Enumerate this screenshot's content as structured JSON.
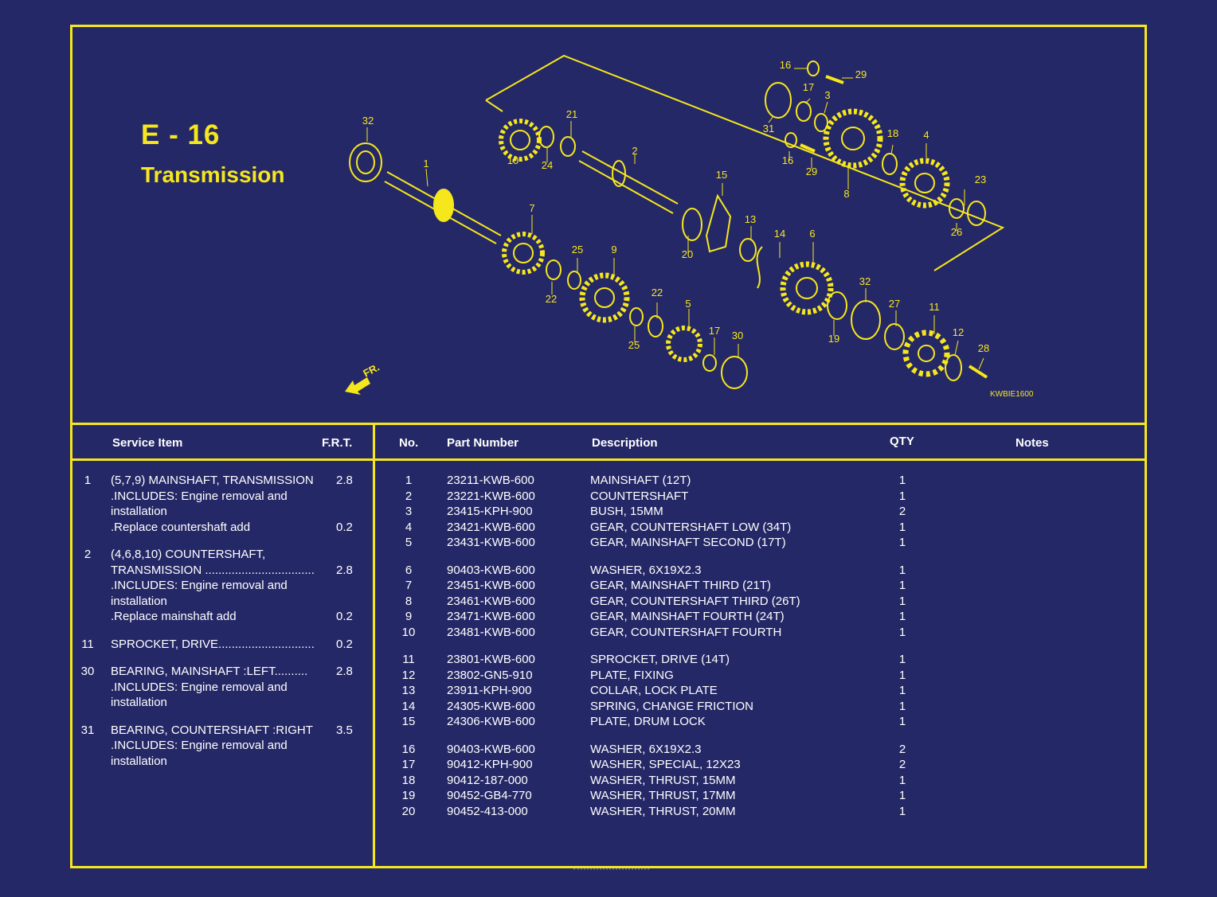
{
  "section": {
    "code": "E - 16",
    "title": "Transmission"
  },
  "diagram": {
    "code": "KWBIE1600",
    "direction": "FR.",
    "callouts": [
      "32",
      "1",
      "10",
      "24",
      "21",
      "2",
      "7",
      "25",
      "9",
      "22",
      "22",
      "5",
      "25",
      "17",
      "30",
      "15",
      "20",
      "13",
      "14",
      "6",
      "32",
      "19",
      "27",
      "11",
      "12",
      "28",
      "16",
      "29",
      "17",
      "3",
      "31",
      "16",
      "29",
      "18",
      "8",
      "4",
      "23",
      "26"
    ]
  },
  "headers": {
    "service_item": "Service Item",
    "frt": "F.R.T.",
    "no": "No.",
    "part_number": "Part Number",
    "description": "Description",
    "qty": "QTY",
    "notes": "Notes"
  },
  "service_items": [
    {
      "num": "1",
      "lines": [
        {
          "text": "(5,7,9)  MAINSHAFT, TRANSMISSION",
          "frt": "2.8"
        },
        {
          "text": ".INCLUDES: Engine removal and",
          "frt": ""
        },
        {
          "text": "installation",
          "frt": ""
        },
        {
          "text": ".Replace countershaft add",
          "frt": "0.2"
        }
      ]
    },
    {
      "num": "2",
      "lines": [
        {
          "text": "(4,6,8,10)  COUNTERSHAFT,",
          "frt": ""
        },
        {
          "text": "TRANSMISSION .................................",
          "frt": "2.8"
        },
        {
          "text": ".INCLUDES: Engine removal and",
          "frt": ""
        },
        {
          "text": "installation",
          "frt": ""
        },
        {
          "text": ".Replace mainshaft add",
          "frt": "0.2"
        }
      ]
    },
    {
      "num": "11",
      "lines": [
        {
          "text": "SPROCKET, DRIVE.............................",
          "frt": "0.2"
        }
      ]
    },
    {
      "num": "30",
      "lines": [
        {
          "text": "BEARING, MAINSHAFT :LEFT..........",
          "frt": "2.8"
        },
        {
          "text": ".INCLUDES: Engine removal and",
          "frt": ""
        },
        {
          "text": "installation",
          "frt": ""
        }
      ]
    },
    {
      "num": "31",
      "lines": [
        {
          "text": "BEARING, COUNTERSHAFT :RIGHT",
          "frt": "3.5"
        },
        {
          "text": ".INCLUDES: Engine removal and",
          "frt": ""
        },
        {
          "text": "installation",
          "frt": ""
        }
      ]
    }
  ],
  "parts_groups": [
    [
      {
        "no": "1",
        "part_number": "23211-KWB-600",
        "description": "MAINSHAFT (12T)",
        "qty": "1"
      },
      {
        "no": "2",
        "part_number": "23221-KWB-600",
        "description": "COUNTERSHAFT",
        "qty": "1"
      },
      {
        "no": "3",
        "part_number": "23415-KPH-900",
        "description": "BUSH, 15MM",
        "qty": "2"
      },
      {
        "no": "4",
        "part_number": "23421-KWB-600",
        "description": "GEAR, COUNTERSHAFT LOW (34T)",
        "qty": "1"
      },
      {
        "no": "5",
        "part_number": "23431-KWB-600",
        "description": "GEAR, MAINSHAFT SECOND (17T)",
        "qty": "1"
      }
    ],
    [
      {
        "no": "6",
        "part_number": "90403-KWB-600",
        "description": "WASHER, 6X19X2.3",
        "qty": "1"
      },
      {
        "no": "7",
        "part_number": "23451-KWB-600",
        "description": "GEAR, MAINSHAFT THIRD (21T)",
        "qty": "1"
      },
      {
        "no": "8",
        "part_number": "23461-KWB-600",
        "description": "GEAR, COUNTERSHAFT THIRD (26T)",
        "qty": "1"
      },
      {
        "no": "9",
        "part_number": "23471-KWB-600",
        "description": "GEAR, MAINSHAFT FOURTH (24T)",
        "qty": "1"
      },
      {
        "no": "10",
        "part_number": "23481-KWB-600",
        "description": "GEAR, COUNTERSHAFT FOURTH",
        "qty": "1"
      }
    ],
    [
      {
        "no": "11",
        "part_number": "23801-KWB-600",
        "description": "SPROCKET, DRIVE (14T)",
        "qty": "1"
      },
      {
        "no": "12",
        "part_number": "23802-GN5-910",
        "description": "PLATE, FIXING",
        "qty": "1"
      },
      {
        "no": "13",
        "part_number": "23911-KPH-900",
        "description": "COLLAR, LOCK PLATE",
        "qty": "1"
      },
      {
        "no": "14",
        "part_number": "24305-KWB-600",
        "description": "SPRING, CHANGE FRICTION",
        "qty": "1"
      },
      {
        "no": "15",
        "part_number": "24306-KWB-600",
        "description": "PLATE, DRUM LOCK",
        "qty": "1"
      }
    ],
    [
      {
        "no": "16",
        "part_number": "90403-KWB-600",
        "description": "WASHER, 6X19X2.3",
        "qty": "2"
      },
      {
        "no": "17",
        "part_number": "90412-KPH-900",
        "description": "WASHER, SPECIAL, 12X23",
        "qty": "2"
      },
      {
        "no": "18",
        "part_number": "90412-187-000",
        "description": "WASHER, THRUST, 15MM",
        "qty": "1"
      },
      {
        "no": "19",
        "part_number": "90452-GB4-770",
        "description": "WASHER, THRUST, 17MM",
        "qty": "1"
      },
      {
        "no": "20",
        "part_number": "90452-413-000",
        "description": "WASHER, THRUST, 20MM",
        "qty": "1"
      }
    ]
  ],
  "colors": {
    "background": "#252866",
    "accent": "#f6e71c",
    "text": "#ffffff"
  }
}
